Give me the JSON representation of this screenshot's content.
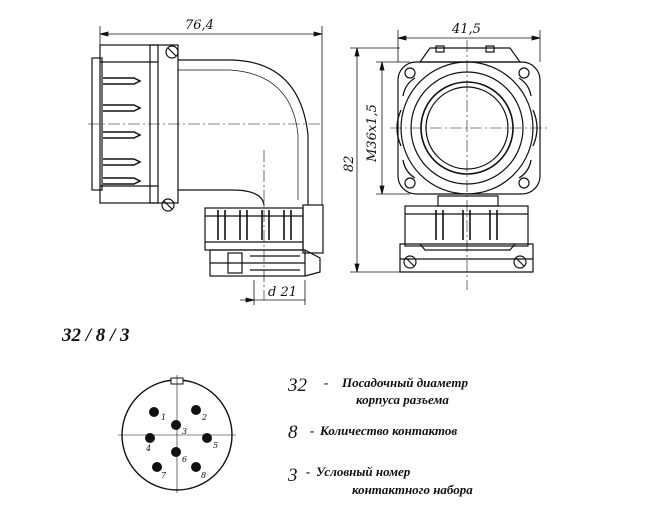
{
  "dimensions": {
    "total_length": "76,4",
    "width": "41,5",
    "height": "82",
    "thread": "M36x1,5",
    "diameter": "d 21"
  },
  "designation": "32 / 8 / 3",
  "legend": [
    {
      "code": "32",
      "dash": "-",
      "line1": "Посадочный диаметр",
      "line2": "корпуса разъема"
    },
    {
      "code": "8",
      "dash": "-",
      "line1": "Количество контактов",
      "line2": ""
    },
    {
      "code": "3",
      "dash": "-",
      "line1": "Условный номер",
      "line2": "контактного набора"
    }
  ],
  "pins": [
    "1",
    "2",
    "3",
    "4",
    "5",
    "6",
    "7",
    "8"
  ]
}
